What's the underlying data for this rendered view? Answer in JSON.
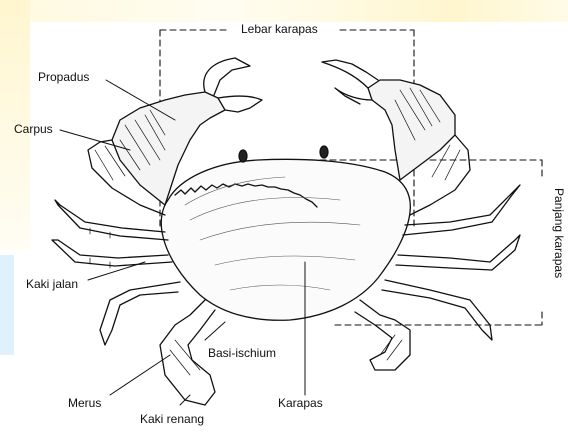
{
  "labels": {
    "lebar_karapas": "Lebar karapas",
    "panjang_karapas": "Panjang karapas",
    "propadus": "Propadus",
    "carpus": "Carpus",
    "kaki_jalan": "Kaki jalan",
    "basi_ischium": "Basi-ischium",
    "merus": "Merus",
    "kaki_renang": "Kaki renang",
    "karapas": "Karapas"
  },
  "colors": {
    "ink": "#111111",
    "background": "#ffffff",
    "tint_yellow": "#fff6cf",
    "tint_blue": "#dff1fb"
  }
}
